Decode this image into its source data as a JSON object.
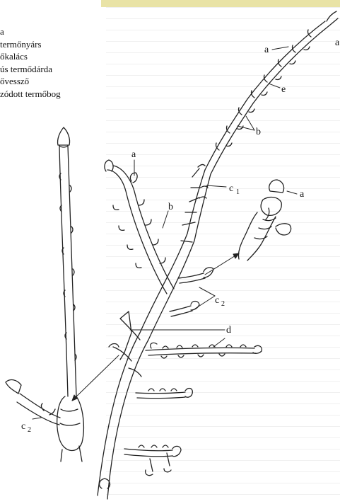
{
  "legend": {
    "items": [
      "a",
      "termőnyárs",
      " őkalács",
      "ús termődárda",
      "ővessző",
      "zódott termőbog"
    ]
  },
  "labels": {
    "a": "a",
    "b": "b",
    "c": "c",
    "c1_sub": "1",
    "c2_sub": "2",
    "d": "d",
    "e": "e"
  }
}
